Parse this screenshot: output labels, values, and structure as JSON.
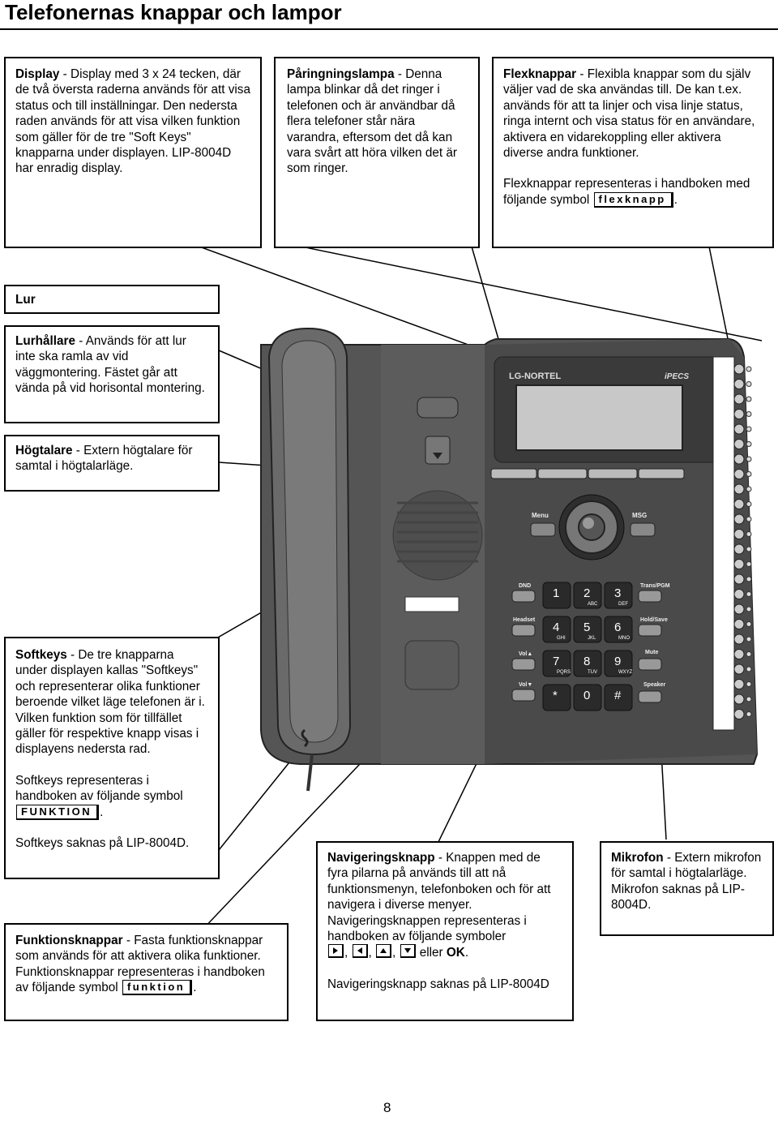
{
  "title": "Telefonernas knappar och lampor",
  "page_number": "8",
  "boxes": {
    "display": {
      "heading": "Display",
      "text": " - Display med 3 x 24 tecken, där de två översta raderna används för att visa status och till inställningar. Den nedersta raden används för att visa vilken funktion som gäller för de tre \"Soft Keys\" knapparna under displayen. LIP-8004D har enradig display."
    },
    "paringning": {
      "heading": "Påringningslampa",
      "text": " - Denna lampa blinkar då det ringer i telefonen och är användbar då flera telefoner står nära varandra, eftersom det då kan vara svårt att höra vilken det är som ringer."
    },
    "flex": {
      "heading": "Flexknappar",
      "text": " - Flexibla knappar som du själv väljer vad de ska användas till. De kan t.ex. används för att ta linjer och visa linje status, ringa internt och visa status för en användare, aktivera en vidarekoppling eller aktivera diverse andra funktioner.",
      "text2": "Flexknappar representeras i handboken med följande symbol",
      "symbol": "flexknapp",
      "end": "."
    },
    "lur": {
      "heading": "Lur"
    },
    "lurhallare": {
      "heading": "Lurhållare",
      "text": " - Används för att lur inte ska ramla av vid väggmontering. Fästet går att vända på vid horisontal montering."
    },
    "hogtalare": {
      "heading": "Högtalare",
      "text": " - Extern högtalare för samtal i högtalarläge."
    },
    "softkeys": {
      "heading": "Softkeys",
      "text": " - De tre knapparna under displayen kallas \"Softkeys\" och representerar olika funktioner beroende vilket läge telefonen är i. Vilken funktion som för tillfället gäller för respektive knapp visas i displayens nedersta rad.",
      "text2": "Softkeys representeras i handboken av följande symbol",
      "symbol": "FUNKTION",
      "end": ".",
      "text3": "Softkeys saknas på LIP-8004D."
    },
    "funktion": {
      "heading": "Funktionsknappar",
      "text": " - Fasta funktionsknappar som används för att aktivera olika funktioner. Funktionsknappar representeras i handboken av följande symbol",
      "symbol": "funktion",
      "end": "."
    },
    "navigering": {
      "heading": "Navigeringsknapp",
      "text": " - Knappen med de fyra pilarna på används till att nå funktionsmenyn, telefonboken och för att navigera i diverse menyer. Navigeringsknappen representeras i handboken av följande symboler",
      "sep": ",",
      "eller": " eller ",
      "ok": "OK",
      "end": ".",
      "text2": "Navigeringsknapp saknas på LIP-8004D"
    },
    "mikrofon": {
      "heading": "Mikrofon",
      "text": " - Extern mikrofon för samtal i högtalarläge. Mikrofon saknas på LIP-8004D."
    }
  },
  "phone": {
    "brand": "LG-NORTEL",
    "model": "iPECS",
    "menu": "Menu",
    "msg": "MSG",
    "dnd": "DND",
    "headset": "Headset",
    "vol_up": "Vol▲",
    "vol_down": "Vol▼",
    "trans": "Trans/PGM",
    "hold": "Hold/Save",
    "mute": "Mute",
    "speaker": "Speaker",
    "keys": [
      {
        "n": "1",
        "l": ""
      },
      {
        "n": "2",
        "l": "ABC"
      },
      {
        "n": "3",
        "l": "DEF"
      },
      {
        "n": "4",
        "l": "GHI"
      },
      {
        "n": "5",
        "l": "JKL"
      },
      {
        "n": "6",
        "l": "MNO"
      },
      {
        "n": "7",
        "l": "PQRS"
      },
      {
        "n": "8",
        "l": "TUV"
      },
      {
        "n": "9",
        "l": "WXYZ"
      },
      {
        "n": "*",
        "l": ""
      },
      {
        "n": "0",
        "l": ""
      },
      {
        "n": "#",
        "l": ""
      }
    ]
  }
}
